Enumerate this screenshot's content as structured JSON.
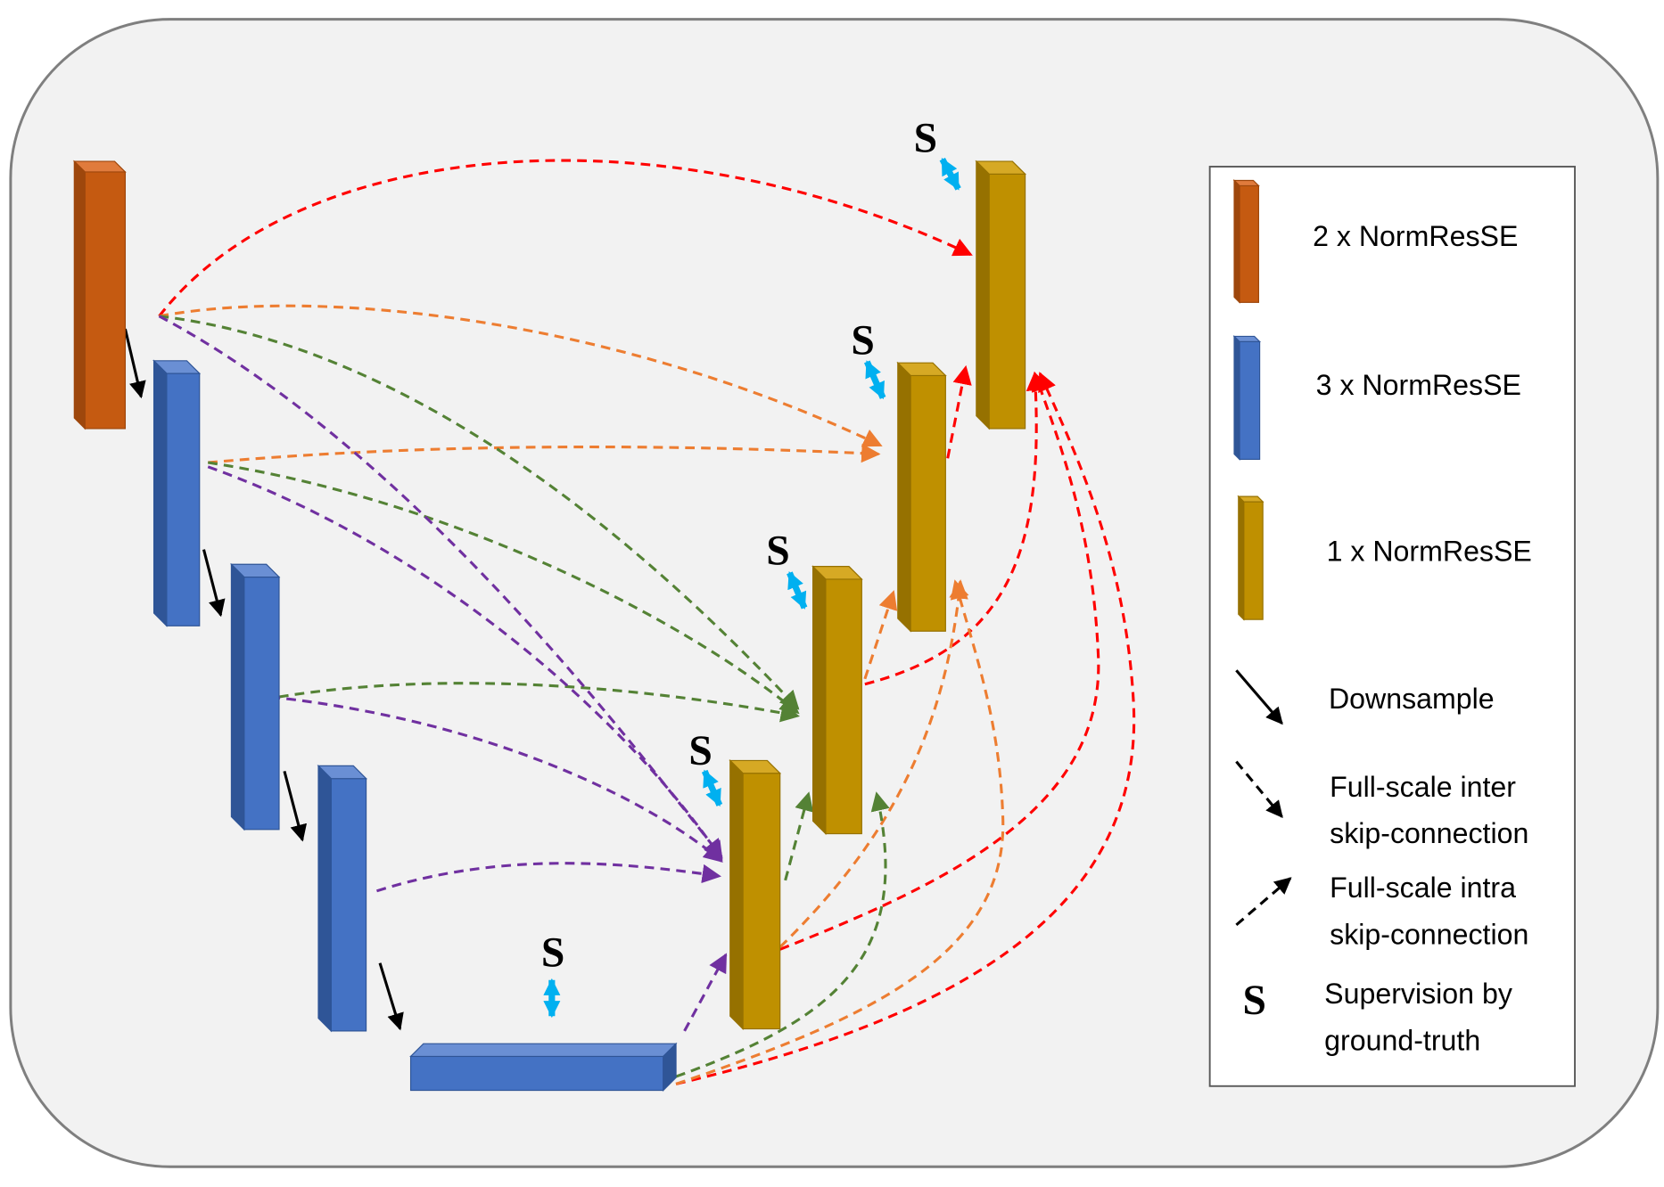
{
  "colors": {
    "background": "#f2f2f2",
    "frame": "#7f7f7f",
    "legend_bg": "#ffffff",
    "legend_border": "#595959",
    "orange_front": "#c55a11",
    "orange_top": "#e07b3c",
    "orange_side": "#9e470c",
    "blue_front": "#4472c4",
    "blue_top": "#6a8fd4",
    "blue_side": "#2f5597",
    "gold_front": "#bf9000",
    "gold_top": "#d6a924",
    "gold_side": "#967100",
    "red": "#ff0000",
    "orange_link": "#ed7d31",
    "green_link": "#548235",
    "purple_link": "#7030a0",
    "cyan": "#00b0f0",
    "black": "#000000"
  },
  "supervision_marker": "S",
  "legend": {
    "items": [
      {
        "label": "2 x NormResSE",
        "icon": "orange-block"
      },
      {
        "label": "3 x NormResSE",
        "icon": "blue-block"
      },
      {
        "label": "1 x NormResSE",
        "icon": "gold-block"
      },
      {
        "label": "Downsample",
        "icon": "solid-arrow"
      },
      {
        "lines": [
          "Full-scale inter",
          "skip-connection"
        ],
        "icon": "dashed-arrow-down"
      },
      {
        "lines": [
          "Full-scale intra",
          "skip-connection"
        ],
        "icon": "dashed-arrow-up"
      },
      {
        "symbol": "S",
        "lines": [
          "Supervision by",
          "ground-truth"
        ]
      }
    ]
  }
}
